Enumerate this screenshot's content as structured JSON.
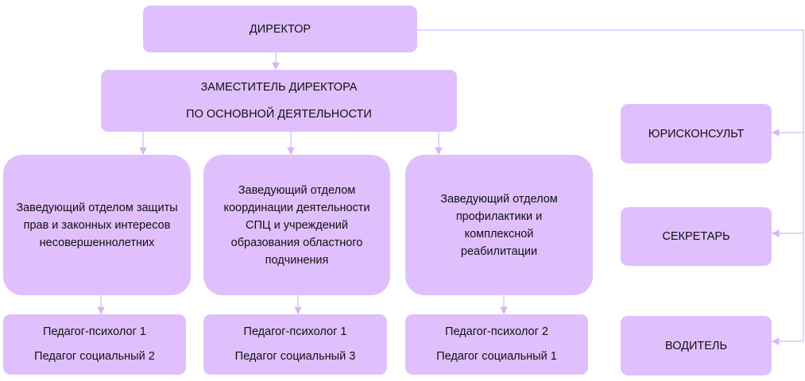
{
  "director": "ДИРЕКТОР",
  "deputy": [
    "ЗАМЕСТИТЕЛЬ ДИРЕКТОРА",
    "ПО ОСНОВНОЙ ДЕЯТЕЛЬНОСТИ"
  ],
  "departments": [
    {
      "head": "Заведующий отделом защиты прав и законных интересов несовершеннолетних",
      "staff": [
        "Педагог-психолог 1",
        "Педагог социальный 2"
      ]
    },
    {
      "head": "Заведующий отделом координации деятельности СПЦ и учреждений образования областного подчинения",
      "staff": [
        "Педагог-психолог 1",
        "Педагог социальный 3"
      ]
    },
    {
      "head": "Заведующий отделом профилактики и комплексной реабилитации",
      "staff": [
        "Педагог-психолог 2",
        "Педагог социальный 1"
      ]
    }
  ],
  "side": [
    "ЮРИСКОНСУЛЬТ",
    "СЕКРЕТАРЬ",
    "ВОДИТЕЛЬ"
  ],
  "colors": {
    "box": "#dfc0fc",
    "line": "#d6b6f6"
  }
}
